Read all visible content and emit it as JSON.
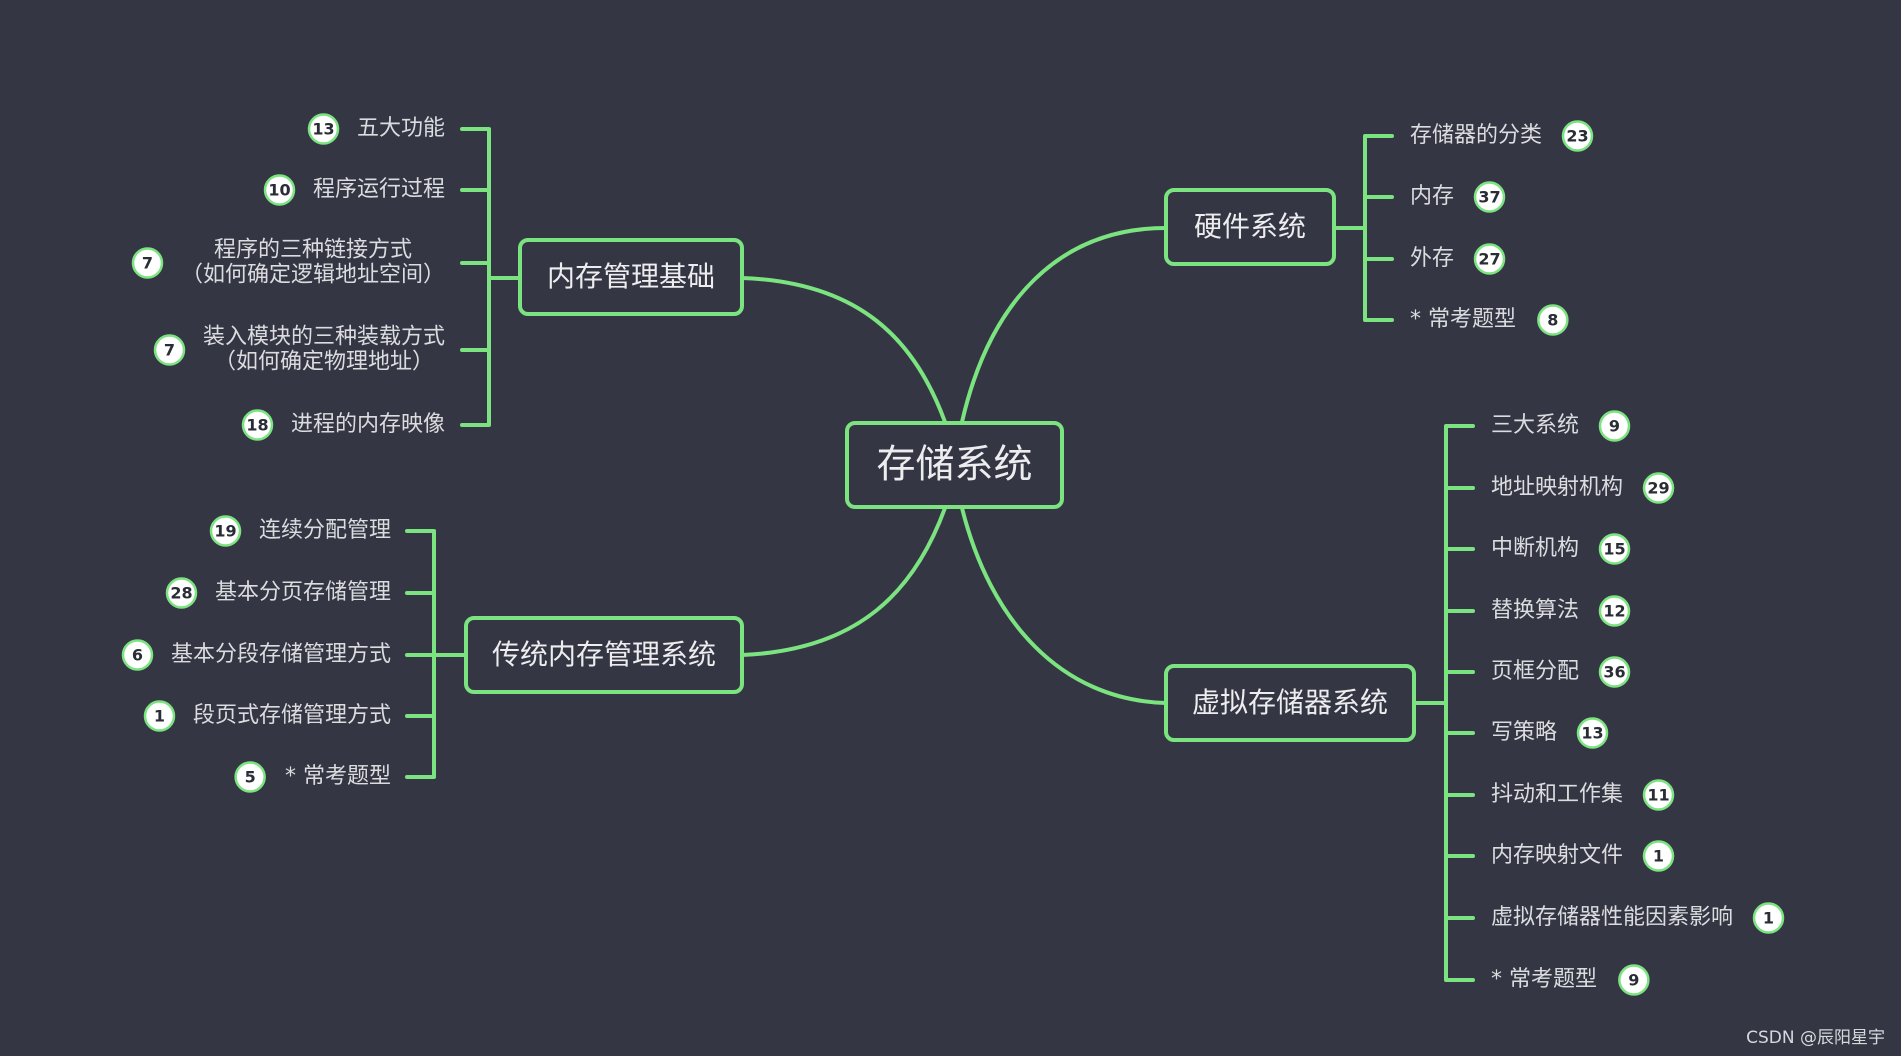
{
  "root": {
    "label": "存储系统"
  },
  "branches": {
    "memory_basics": {
      "label": "内存管理基础",
      "leaves": [
        {
          "lines": [
            "五大功能"
          ],
          "count": "13"
        },
        {
          "lines": [
            "程序运行过程"
          ],
          "count": "10"
        },
        {
          "lines": [
            "程序的三种链接方式",
            "（如何确定逻辑地址空间）"
          ],
          "count": "7"
        },
        {
          "lines": [
            "装入模块的三种装载方式",
            "（如何确定物理地址）"
          ],
          "count": "7"
        },
        {
          "lines": [
            "进程的内存映像"
          ],
          "count": "18"
        }
      ]
    },
    "traditional": {
      "label": "传统内存管理系统",
      "leaves": [
        {
          "lines": [
            "连续分配管理"
          ],
          "count": "19"
        },
        {
          "lines": [
            "基本分页存储管理"
          ],
          "count": "28"
        },
        {
          "lines": [
            "基本分段存储管理方式"
          ],
          "count": "6"
        },
        {
          "lines": [
            "段页式存储管理方式"
          ],
          "count": "1"
        },
        {
          "lines": [
            "* 常考题型"
          ],
          "count": "5"
        }
      ]
    },
    "hardware": {
      "label": "硬件系统",
      "leaves": [
        {
          "lines": [
            "存储器的分类"
          ],
          "count": "23"
        },
        {
          "lines": [
            "内存"
          ],
          "count": "37"
        },
        {
          "lines": [
            "外存"
          ],
          "count": "27"
        },
        {
          "lines": [
            "* 常考题型"
          ],
          "count": "8"
        }
      ]
    },
    "virtual": {
      "label": "虚拟存储器系统",
      "leaves": [
        {
          "lines": [
            "三大系统"
          ],
          "count": "9"
        },
        {
          "lines": [
            "地址映射机构"
          ],
          "count": "29"
        },
        {
          "lines": [
            "中断机构"
          ],
          "count": "15"
        },
        {
          "lines": [
            "替换算法"
          ],
          "count": "12"
        },
        {
          "lines": [
            "页框分配"
          ],
          "count": "36"
        },
        {
          "lines": [
            "写策略"
          ],
          "count": "13"
        },
        {
          "lines": [
            "抖动和工作集"
          ],
          "count": "11"
        },
        {
          "lines": [
            "内存映射文件"
          ],
          "count": "1"
        },
        {
          "lines": [
            "虚拟存储器性能因素影响"
          ],
          "count": "1"
        },
        {
          "lines": [
            "* 常考题型"
          ],
          "count": "9"
        }
      ]
    }
  },
  "watermark": "CSDN @辰阳星宇",
  "colors": {
    "background": "#343743",
    "accent": "#7be37f",
    "text": "#e9e9ec",
    "badge": "#ffffff"
  }
}
